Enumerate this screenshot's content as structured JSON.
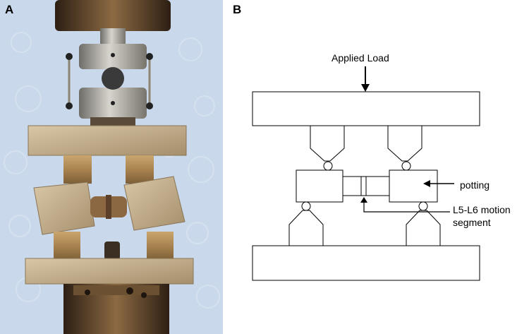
{
  "panels": {
    "photo": {
      "label": "A"
    },
    "schematic": {
      "label": "B",
      "annotations": {
        "applied_load": "Applied Load",
        "potting": "potting",
        "motion_segment_line1": "L5-L6 motion",
        "motion_segment_line2": "segment"
      }
    }
  },
  "colors": {
    "background": "#ffffff",
    "photo_backdrop": "#c9d8ea",
    "brass": "#b08a52",
    "steel": "#a8a69f",
    "dark_bronze": "#4a3524",
    "outline": "#000000"
  }
}
